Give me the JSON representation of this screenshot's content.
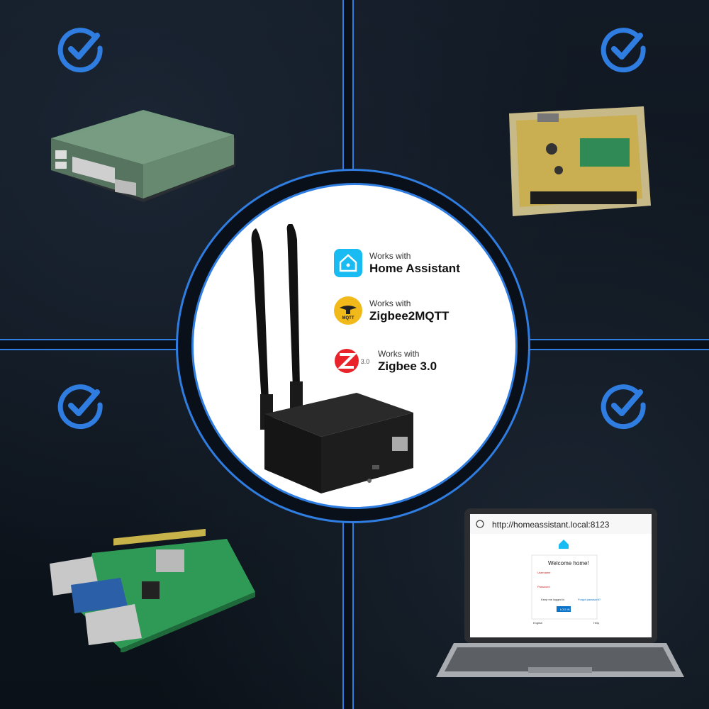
{
  "badges": [
    {
      "small": "Works with",
      "big": "Home Assistant",
      "icon": "home-assistant-icon"
    },
    {
      "small": "Works with",
      "big": "Zigbee2MQTT",
      "icon": "zigbee2mqtt-icon"
    },
    {
      "small": "Works with",
      "big": "Zigbee 3.0",
      "icon": "zigbee-icon"
    }
  ],
  "z2m_logo_text": "MQTT",
  "zigbee_version": "3.0",
  "laptop": {
    "url": "http://homeassistant.local:8123",
    "welcome": "Welcome home!",
    "username_label": "Username",
    "password_label": "Password",
    "keep_logged": "Keep me logged in",
    "forgot": "Forgot password?",
    "login_button": "LOG IN",
    "language": "English",
    "help": "Help"
  },
  "colors": {
    "accent": "#2f7de0",
    "background": "#0e1520",
    "check": "#2f7de0"
  }
}
